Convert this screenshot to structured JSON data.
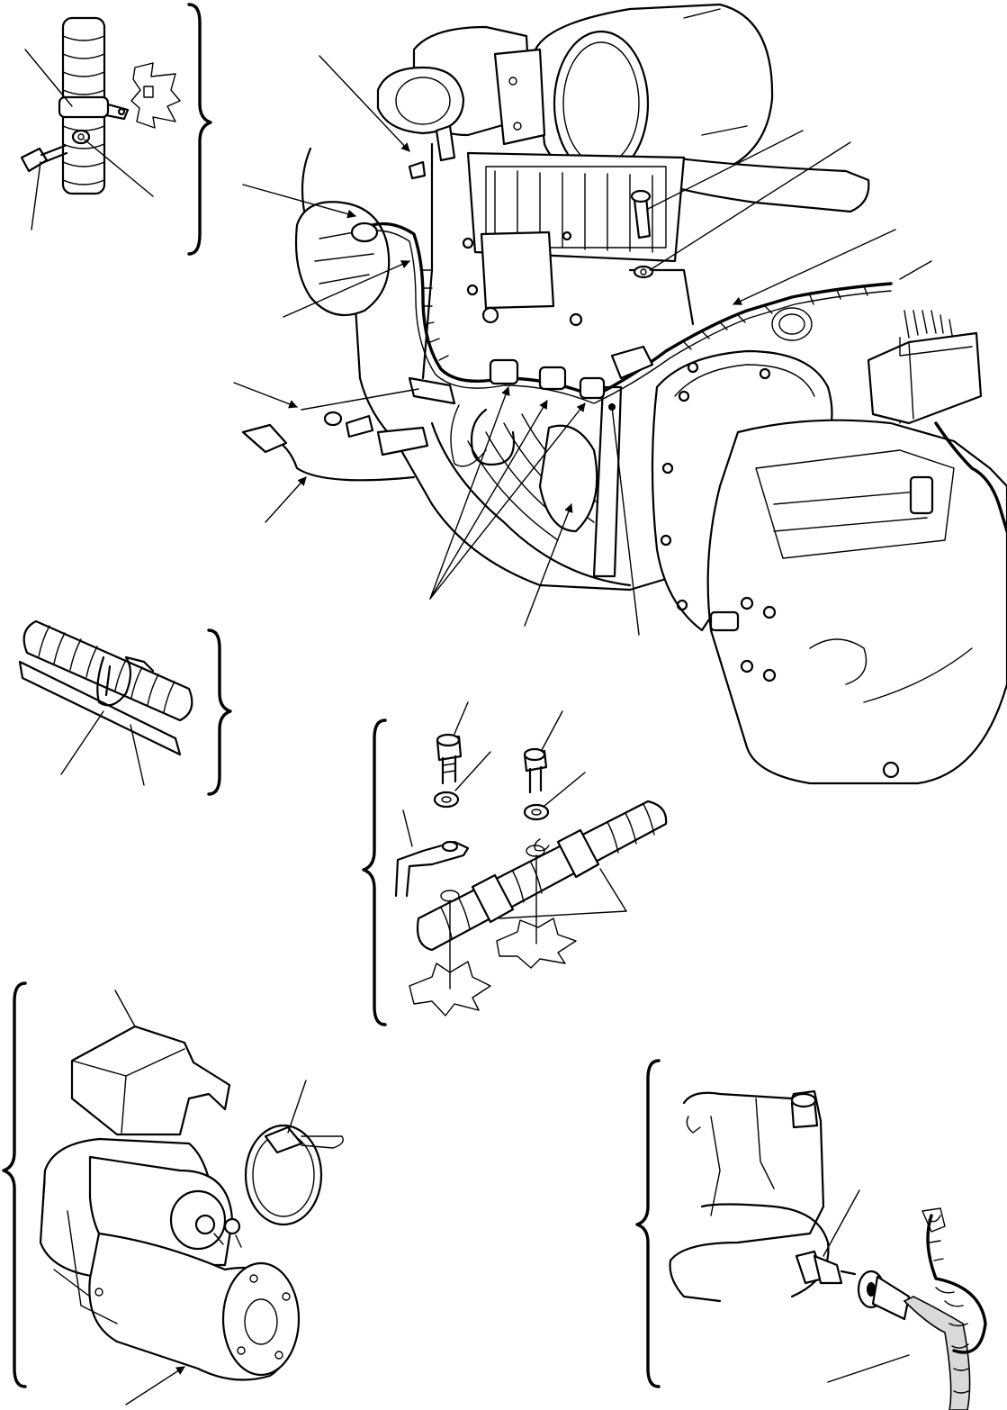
{
  "figure": {
    "kind": "exploded parts illustration",
    "text_labels": []
  },
  "icons": {
    "leader": "leader-line",
    "arrow": "callout-arrow",
    "brace": "curly-brace"
  },
  "colors": {
    "ink": "#000000",
    "paper": "#ffffff",
    "shade": "#d9d9d9"
  }
}
